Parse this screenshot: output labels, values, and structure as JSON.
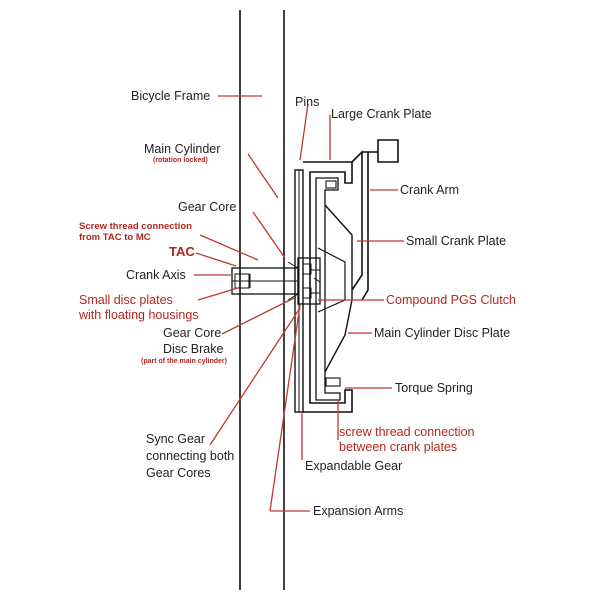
{
  "labels": {
    "bicycle_frame": "Bicycle Frame",
    "pins": "Pins",
    "large_crank_plate": "Large Crank Plate",
    "main_cylinder": "Main Cylinder",
    "main_cylinder_note": "(rotation locked)",
    "crank_arm": "Crank Arm",
    "gear_core": "Gear Core",
    "screw_thread_tac_1": "Screw thread connection",
    "screw_thread_tac_2": "from TAC to MC",
    "small_crank_plate": "Small Crank Plate",
    "tac": "TAC",
    "crank_axis": "Crank Axis",
    "compound_pgs_clutch": "Compound PGS Clutch",
    "small_disc_plates_1": "Small disc plates",
    "small_disc_plates_2": "with floating housings",
    "main_cylinder_disc_plate": "Main Cylinder Disc Plate",
    "gear_core_disc_brake_1": "Gear Core",
    "gear_core_disc_brake_2": "Disc Brake",
    "gear_core_disc_brake_note": "(part of the main cylinder)",
    "torque_spring": "Torque Spring",
    "screw_thread_crank_1": "screw thread connection",
    "screw_thread_crank_2": "between crank plates",
    "sync_gear_1": "Sync Gear",
    "sync_gear_2": "connecting both",
    "sync_gear_3": "Gear Cores",
    "expandable_gear": "Expandable Gear",
    "expansion_arms": "Expansion Arms"
  },
  "colors": {
    "line": "#111111",
    "accent": "#c0392b",
    "text": "#222222",
    "text_red": "#b3261e"
  }
}
